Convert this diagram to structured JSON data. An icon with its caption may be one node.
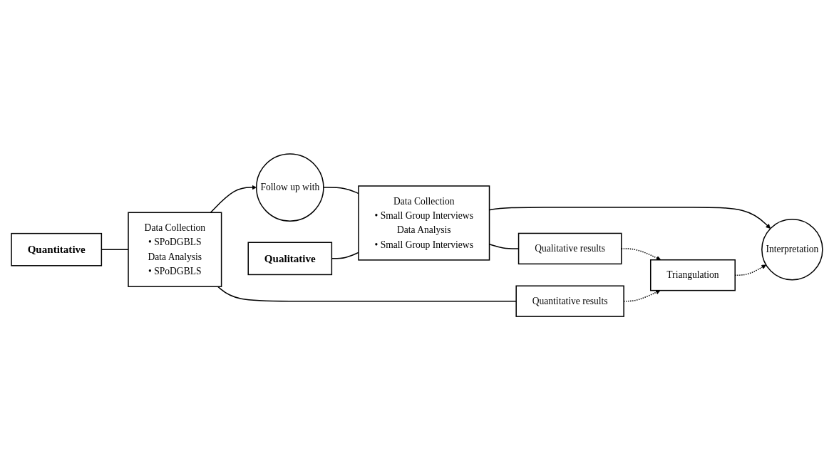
{
  "diagram": {
    "nodes": [
      {
        "text": [
          "Quantitative"
        ]
      },
      {
        "text": [
          "Data Collection",
          "• SPoDGBLS",
          "Data Analysis",
          "• SPoDGBLS"
        ]
      },
      {
        "text": [
          "Follow up with"
        ]
      },
      {
        "text": [
          "Qualitative"
        ]
      },
      {
        "text": [
          "Data Collection",
          "• Small Group Interviews",
          "Data Analysis",
          "• Small Group Interviews"
        ]
      },
      {
        "text": [
          "Interpretation"
        ]
      },
      {
        "text": [
          "Quantitative results"
        ]
      },
      {
        "text": [
          "Qualitative results"
        ]
      },
      {
        "text": [
          "Triangulation"
        ]
      }
    ],
    "edges": [
      {
        "from": 0,
        "to": 1,
        "arrow": "none"
      },
      {
        "from": 1,
        "to": 2,
        "arrow": "to"
      },
      {
        "from": 2,
        "to": 4,
        "arrow": "none"
      },
      {
        "from": 3,
        "to": 4,
        "arrow": "none"
      },
      {
        "from": 4,
        "to": 5,
        "arrow": "to"
      },
      {
        "from": 1,
        "to": 6,
        "arrow": "none"
      },
      {
        "from": 4,
        "to": 7,
        "arrow": "none"
      },
      {
        "from": 6,
        "to": 8,
        "arrow": "to",
        "style": "dashed"
      },
      {
        "from": 7,
        "to": 8,
        "arrow": "to",
        "style": "dashed"
      },
      {
        "from": 8,
        "to": 5,
        "arrow": "to",
        "style": "dashed"
      }
    ]
  }
}
